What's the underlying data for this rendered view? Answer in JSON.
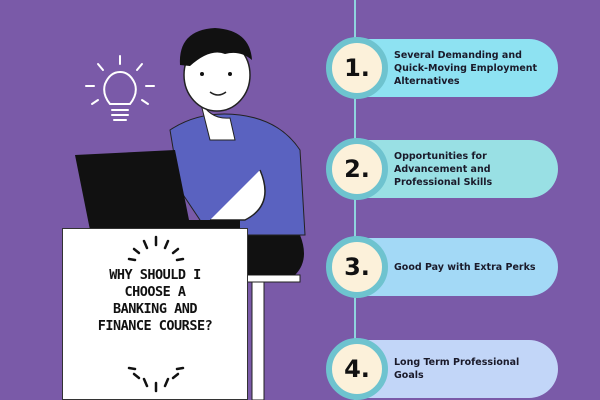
{
  "question": {
    "lines": [
      "WHY SHOULD I",
      "CHOOSE A",
      "BANKING AND",
      "FINANCE COURSE?"
    ]
  },
  "items": [
    {
      "number": "1.",
      "text": "Several Demanding and Quick-Moving Employment Alternatives",
      "color": "#8ee2f2"
    },
    {
      "number": "2.",
      "text": "Opportunities for Advancement and Professional Skills",
      "color": "#99e0e4"
    },
    {
      "number": "3.",
      "text": "Good Pay with Extra Perks",
      "color": "#a3d9f6"
    },
    {
      "number": "4.",
      "text": "Long Term Professional Goals",
      "color": "#c2d6f8"
    }
  ],
  "icons": {
    "idea": "lightbulb-icon"
  }
}
